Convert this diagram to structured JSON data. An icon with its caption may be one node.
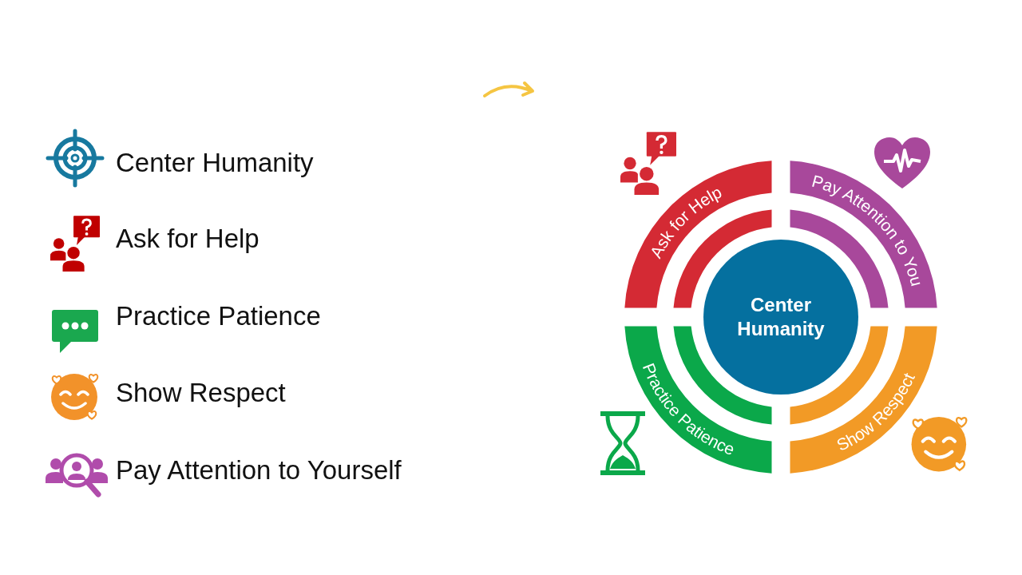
{
  "diagram": {
    "nodes": [
      {
        "text": [
          "Ask for Help"
        ]
      },
      {
        "text": [
          "Pay Attention to You"
        ]
      },
      {
        "text": [],
        "shape": "arc"
      },
      {
        "text": [],
        "shape": "arc"
      },
      {
        "text": [
          "Center Humanity"
        ]
      },
      {
        "text": [],
        "shape": "arc"
      },
      {
        "text": [],
        "shape": "arc"
      },
      {
        "text": [
          "Practice Patience"
        ]
      },
      {
        "text": [
          "Show Respect"
        ]
      }
    ],
    "labels": [
      "Center Humanity",
      "Ask for Help",
      "Practice Patience",
      "Show Respect",
      "Pay Attention to Yourself"
    ]
  }
}
